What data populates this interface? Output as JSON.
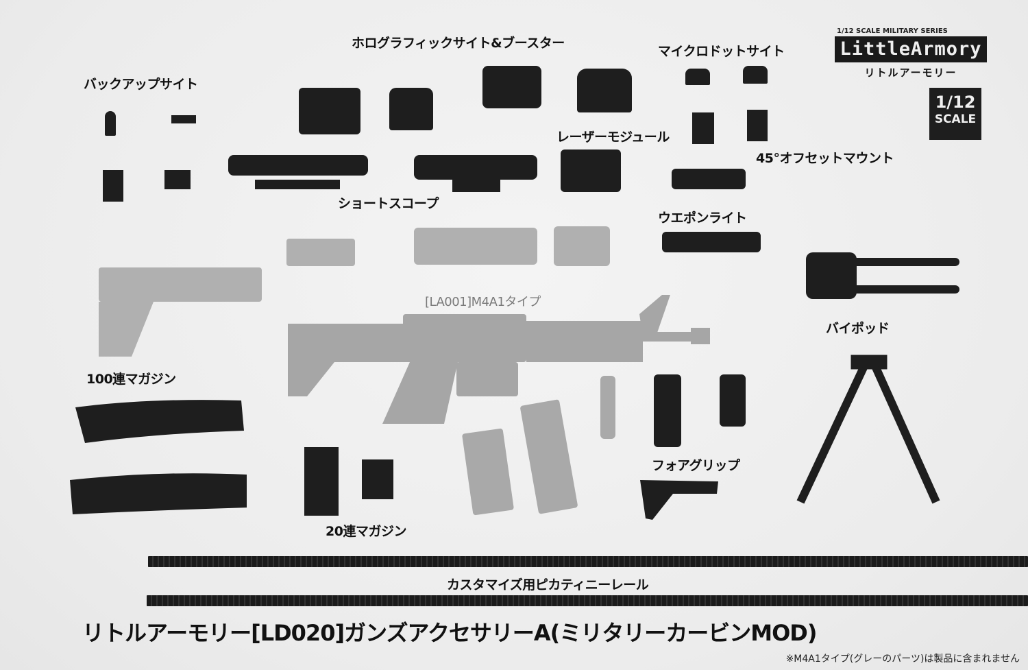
{
  "brand": {
    "series_label": "1/12 SCALE MILITARY SERIES",
    "logo_text": "LittleArmory",
    "logo_kana": "リトルアーモリー",
    "scale_badge_fraction": "1/12",
    "scale_badge_text": "SCALE"
  },
  "labels": {
    "backup_sight": "バックアップサイト",
    "holographic_sight_booster": "ホログラフィックサイト&ブースター",
    "micro_dot_sight": "マイクロドットサイト",
    "laser_module": "レーザーモジュール",
    "offset_mount_45": "45°オフセットマウント",
    "short_scope": "ショートスコープ",
    "weapon_light": "ウエポンライト",
    "m4a1_type": "[LA001]M4A1タイプ",
    "bipod": "バイポッド",
    "magazine_100": "100連マガジン",
    "magazine_20": "20連マガジン",
    "foregrip": "フォアグリップ",
    "picatinny_rail": "カスタマイズ用ピカティニーレール"
  },
  "product_title": "リトルアーモリー[LD020]ガンズアクセサリーA(ミリタリーカービンMOD)",
  "footnote": "※M4A1タイプ(グレーのパーツ)は製品に含まれません",
  "colors": {
    "background": "#efefef",
    "part_black": "#1e1e1e",
    "part_gray": "#a9a9a9",
    "text": "#111111"
  }
}
